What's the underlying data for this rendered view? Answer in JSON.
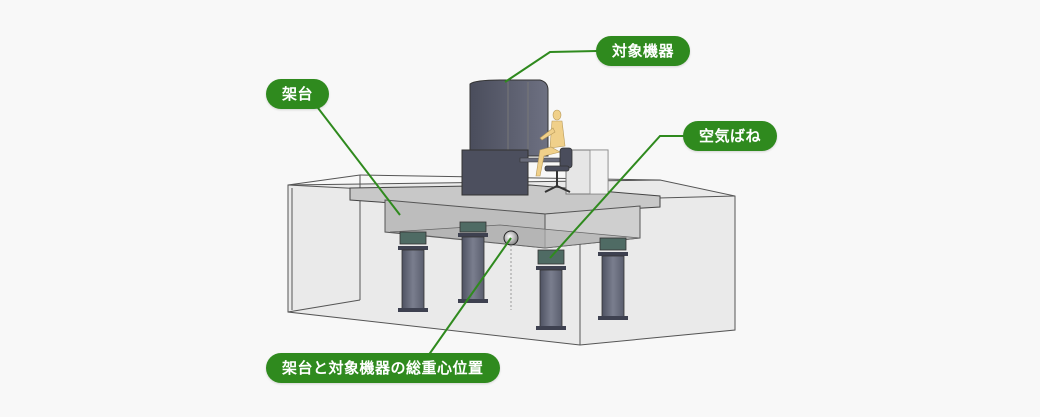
{
  "diagram": {
    "labels": {
      "target_equipment": "対象機器",
      "frame": "架台",
      "air_spring": "空気ばね",
      "center_of_gravity": "架台と対象機器の総重心位置"
    },
    "colors": {
      "callout_bg": "#2f8a1e",
      "callout_text": "#ffffff",
      "leader_line": "#2f8a1e",
      "background": "#f8f8f8",
      "equipment": "#5c5f6e",
      "human_figure": "#f0d08a"
    }
  }
}
